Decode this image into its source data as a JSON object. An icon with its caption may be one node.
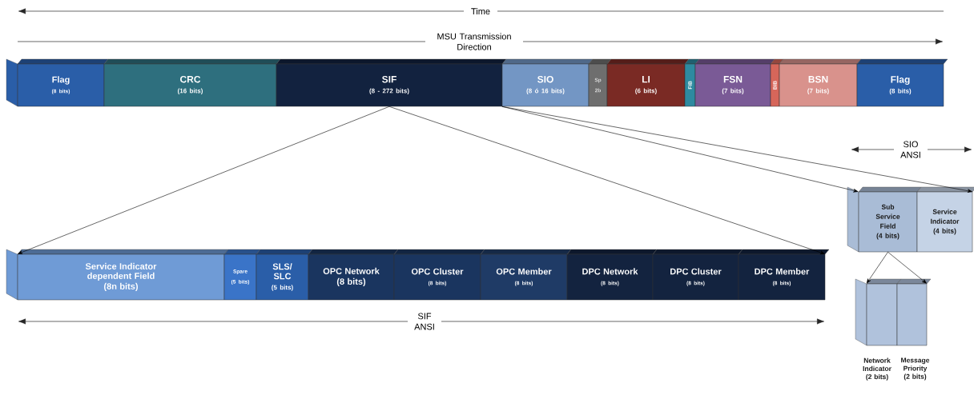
{
  "diagram": {
    "nodes": [
      {
        "text": [
          "Flag",
          "(8 bits)"
        ]
      },
      {
        "text": [
          "CRC",
          "(16 bits)"
        ]
      },
      {
        "text": [
          "SIF",
          "(8 - 272 bits)"
        ]
      },
      {
        "text": [
          "SIO",
          "(8 ó 16 bits)"
        ]
      },
      {
        "text": [
          "Sp",
          "2b"
        ]
      },
      {
        "text": [
          "LI",
          "(6 bits)"
        ]
      },
      {
        "text": [
          "FIB"
        ]
      },
      {
        "text": [
          "FSN",
          "(7 bits)"
        ]
      },
      {
        "text": [
          "BIB"
        ]
      },
      {
        "text": [
          "BSN",
          "(7 bits)"
        ]
      },
      {
        "text": [
          "Flag",
          "(8 bits)"
        ]
      },
      {
        "text": [
          "Service Indicator dependent Field",
          "(8n bits)"
        ]
      },
      {
        "text": [
          "Spare",
          "(5 bits)"
        ]
      },
      {
        "text": [
          "SLS/ SLC",
          "(5 bits)"
        ]
      },
      {
        "text": [
          "OPC Network",
          "(8 bits)"
        ]
      },
      {
        "text": [
          "OPC Cluster",
          "(8 bits)"
        ]
      },
      {
        "text": [
          "OPC Member",
          "(8 bits)"
        ]
      },
      {
        "text": [
          "DPC Network",
          "(8 bits)"
        ]
      },
      {
        "text": [
          "DPC Cluster",
          "(8 bits)"
        ]
      },
      {
        "text": [
          "DPC Member",
          "(8 bits)"
        ]
      },
      {
        "text": [
          "Sub Service Field (4 bits)"
        ]
      },
      {
        "text": [
          "Service Indicator (4 bits)"
        ]
      },
      {
        "text": [],
        "shape": "box",
        "beside": [
          "Network Indicator (2 bits)"
        ]
      },
      {
        "text": [],
        "shape": "box",
        "beside": [
          "Message Priority (2 bits)"
        ]
      }
    ],
    "edges": [
      {
        "from": 2,
        "to": 11,
        "arrow": "to"
      },
      {
        "from": 2,
        "to": 19,
        "arrow": "to"
      },
      {
        "from": 3,
        "to": 20,
        "arrow": "to"
      },
      {
        "from": 3,
        "to": 21,
        "arrow": "to"
      },
      {
        "from": 20,
        "to": 22,
        "arrow": "to"
      },
      {
        "from": 20,
        "to": 23,
        "arrow": "to"
      }
    ],
    "labels": [
      "Time",
      "MSU Transmission Direction",
      "SIF ANSI",
      "SIO ANSI"
    ]
  }
}
